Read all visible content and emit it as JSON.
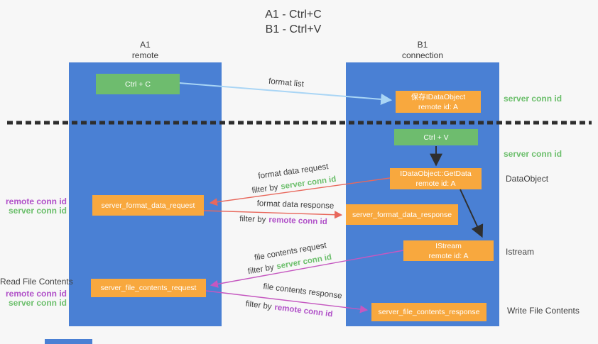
{
  "title": {
    "line1": "A1 - Ctrl+C",
    "line2": "B1 - Ctrl+V"
  },
  "columns": {
    "left": {
      "name": "A1",
      "role": "remote"
    },
    "right": {
      "name": "B1",
      "role": "connection"
    }
  },
  "nodes": {
    "ctrl_c": "Ctrl + C",
    "save_dataobject_line1": "保存IDataObject",
    "save_dataobject_line2": "remote id: A",
    "ctrl_v": "Ctrl + V",
    "getdata_line1": "IDataObject::GetData",
    "getdata_line2": "remote id: A",
    "format_request": "server_format_data_request",
    "format_response": "server_format_data_response",
    "istream_line1": "IStream",
    "istream_line2": "remote id: A",
    "file_request": "server_file_contents_request",
    "file_response": "server_file_contents_response"
  },
  "arrow_labels": {
    "format_list": "format list",
    "format_data_request": "format data request",
    "format_data_response": "format data response",
    "file_contents_request": "file contents request",
    "file_contents_response": "file contents response",
    "filter_by": "filter by",
    "server_conn_id": "server conn id",
    "remote_conn_id": "remote conn id"
  },
  "side_labels": {
    "server_conn_id_top": "server conn id",
    "server_conn_id_mid": "server conn id",
    "dataobject": "DataObject",
    "istream": "Istream",
    "write_file_contents": "Write File Contents",
    "read_file_contents": "Read File Contents",
    "remote_conn_id_left_1": "remote conn id",
    "server_conn_id_left_1": "server conn id",
    "remote_conn_id_left_2": "remote conn id",
    "server_conn_id_left_2": "server conn id"
  },
  "colors": {
    "column_blue": "#4a80d4",
    "node_green": "#6ebc6e",
    "node_orange": "#f8a83e",
    "arrow_blue": "#a9d5f5",
    "arrow_red": "#e8685c",
    "arrow_purple": "#c558c0",
    "arrow_black": "#2f2f2f",
    "text_dark": "#3f3f3f",
    "text_green": "#6cbf6c",
    "text_purple": "#b050c8",
    "background": "#f7f7f7",
    "dashed_line": "#2e2e2e"
  }
}
